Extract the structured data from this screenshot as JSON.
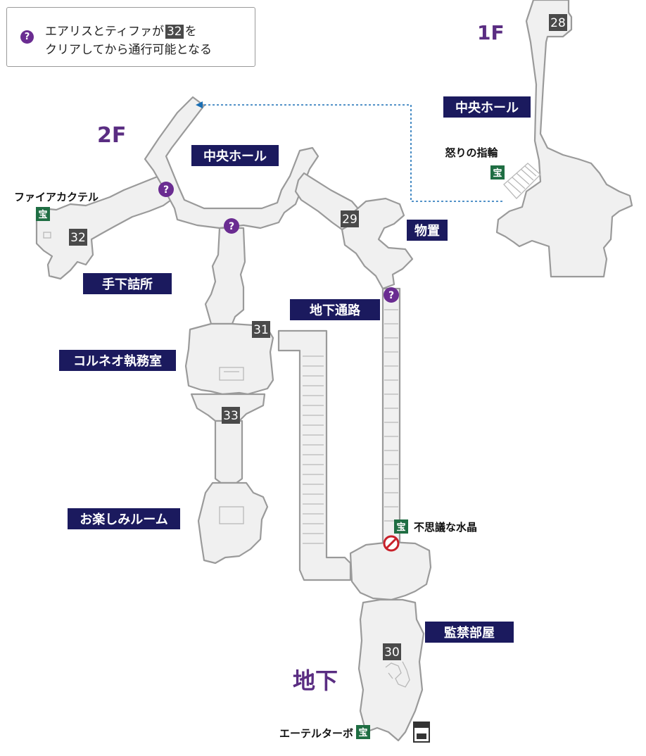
{
  "legend": {
    "icon": "question-icon",
    "icon_glyph": "?",
    "line1_before": "エアリスとティファが",
    "line1_num": "32",
    "line1_after": "を",
    "line2": "クリアしてから通行可能となる"
  },
  "floors": {
    "f1": "1F",
    "f2": "2F",
    "b": "地下"
  },
  "rooms": {
    "central_hall_1f": "中央ホール",
    "central_hall_2f": "中央ホール",
    "storage": "物置",
    "subordinates": "手下詰所",
    "underground_passage": "地下通路",
    "corneo_office": "コルネオ執務室",
    "fun_room": "お楽しみルーム",
    "confinement": "監禁部屋"
  },
  "numbers": {
    "n28": "28",
    "n29": "29",
    "n30": "30",
    "n31": "31",
    "n32": "32",
    "n33": "33"
  },
  "items": {
    "chest_glyph": "宝",
    "anger_ring": "怒りの指輪",
    "fire_cocktail": "ファイアカクテル",
    "mysterious_crystal": "不思議な水晶",
    "ether_turbo": "エーテルターボ"
  },
  "colors": {
    "room_fill": "#f0f0f0",
    "room_stroke": "#9a9a9a",
    "label_bg": "#1b1a5e",
    "floor_text": "#5a2d82",
    "chest": "#1f6e43",
    "question": "#6a2c91",
    "route": "#1a6fb5",
    "blocked": "#c8202a"
  }
}
